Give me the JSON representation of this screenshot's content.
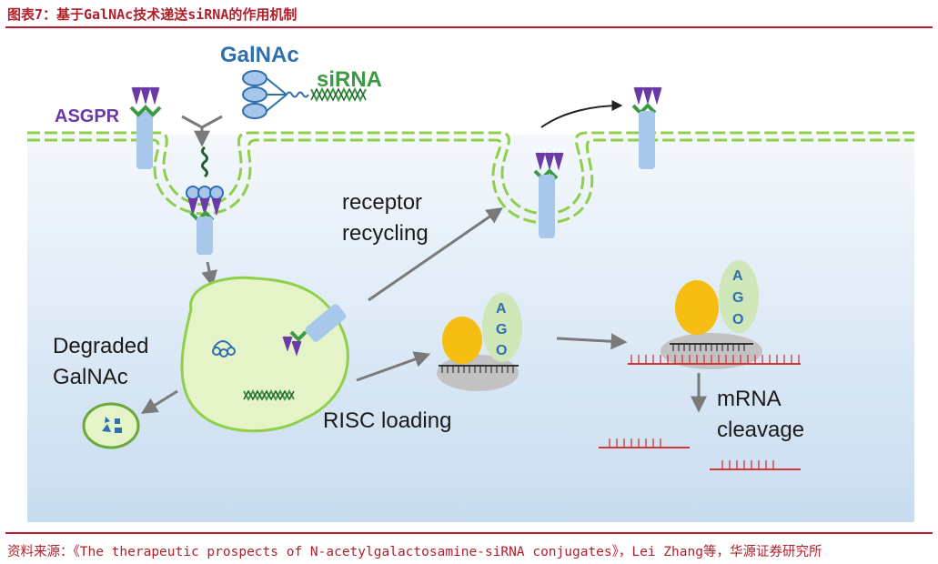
{
  "figure": {
    "title": "图表7：基于GalNAc技术递送siRNA的作用机制",
    "source": "资料来源：《The therapeutic prospects of N-acetylgalactosamine-siRNA conjugates》，Lei Zhang等，华源证券研究所"
  },
  "diagram": {
    "labels": {
      "galnac": "GalNAc",
      "sirna": "siRNA",
      "asgpr": "ASGPR",
      "receptor_recycling_1": "receptor",
      "receptor_recycling_2": "recycling",
      "degraded_1": "Degraded",
      "degraded_2": "GalNAc",
      "risc_loading": "RISC loading",
      "ago_a": "A",
      "ago_g": "G",
      "ago_o": "O",
      "mrna_1": "mRNA",
      "mrna_2": "cleavage"
    },
    "colors": {
      "membrane": "#8fcf4a",
      "cell_bg": "#dbe9f6",
      "endosome": "#e4f3c8",
      "receptor": "#a7c8ea",
      "ligand": "#6a3aa6",
      "galnac_blue": "#2f6fb0",
      "sirna_green": "#3c9a44",
      "ago": "#cfe6b8",
      "yellow": "#f6bd12",
      "mrna_red": "#d0363a",
      "arrow": "#7a7a7a"
    }
  }
}
